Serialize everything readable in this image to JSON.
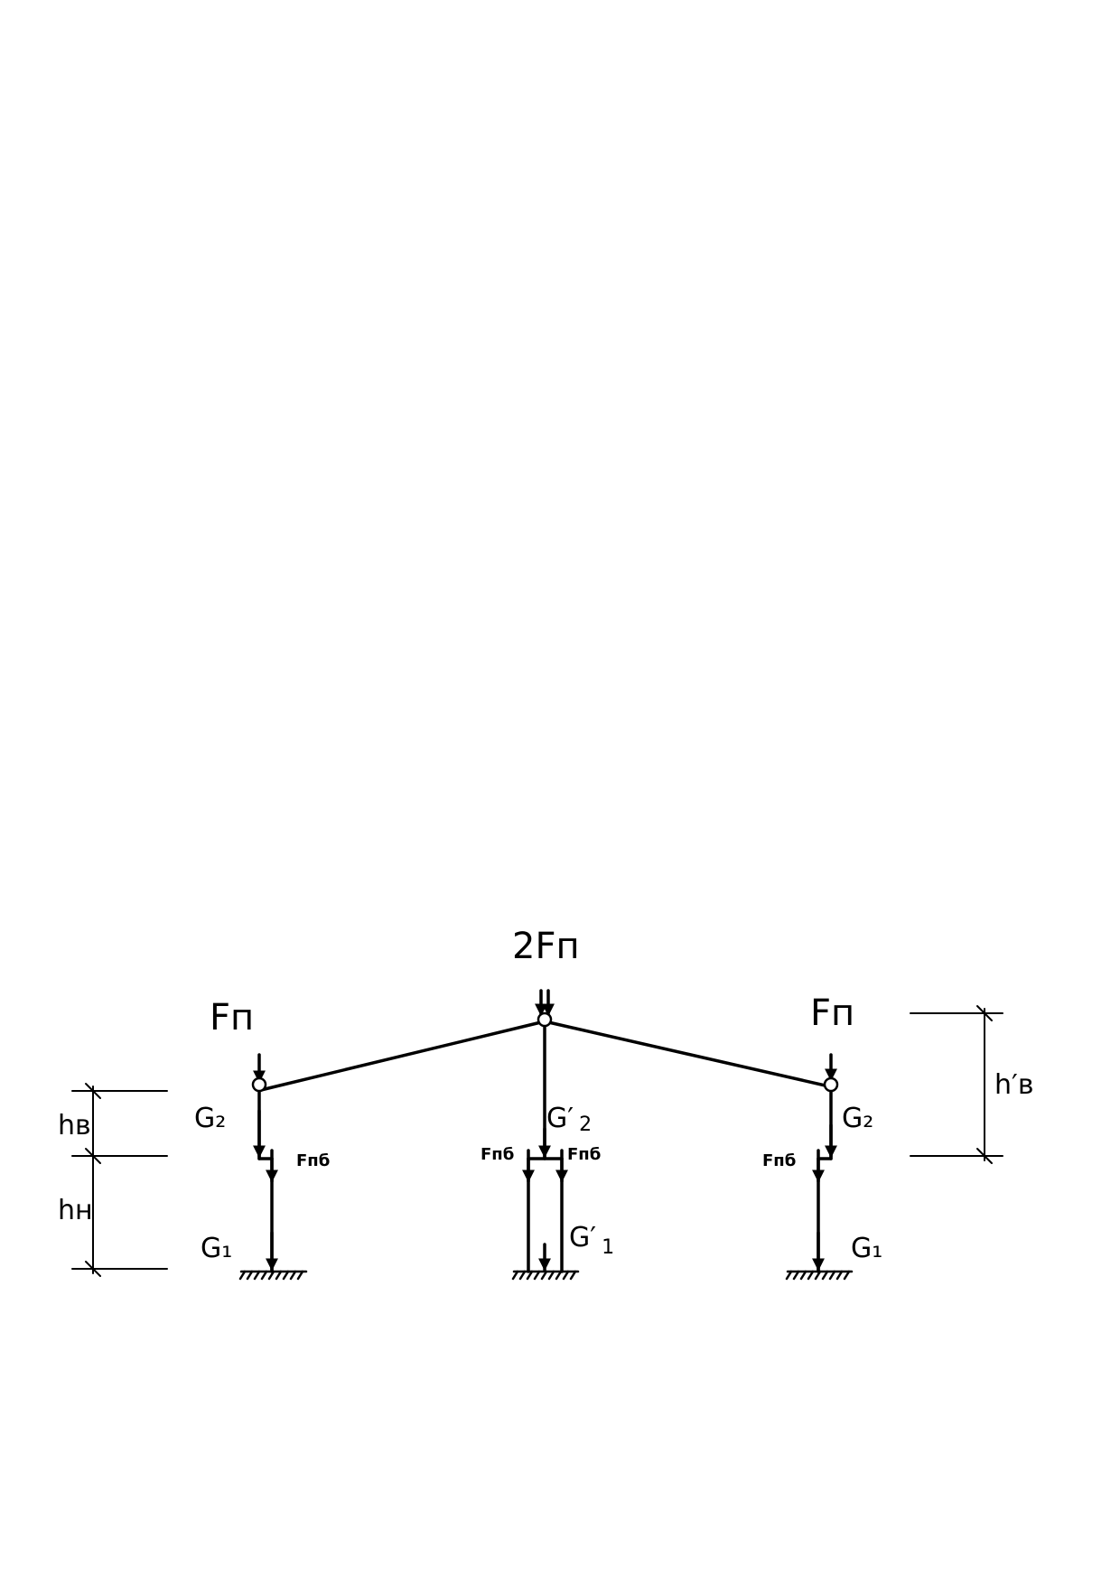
{
  "labels": {
    "top_load": "2Fп",
    "left_roof_load": "Fп",
    "right_roof_load": "Fп",
    "left_upper_weight": "G₂",
    "right_upper_weight": "G₂",
    "mid_upper_weight_base": "G",
    "mid_upper_weight_prime": "′",
    "mid_upper_weight_sub": "2",
    "left_lower_weight": "G₁",
    "right_lower_weight": "G₁",
    "mid_lower_weight_base": "G",
    "mid_lower_weight_prime": "′",
    "mid_lower_weight_sub": "1",
    "left_crane_load": "Fпб",
    "mid_crane_load_left": "Fпб",
    "mid_crane_load_right": "Fпб",
    "right_crane_load": "Fпб",
    "dim_upper": "hв",
    "dim_lower": "hн",
    "dim_upper_mid": "h′в"
  },
  "colors": {
    "line": "#000000",
    "background": "#ffffff"
  }
}
